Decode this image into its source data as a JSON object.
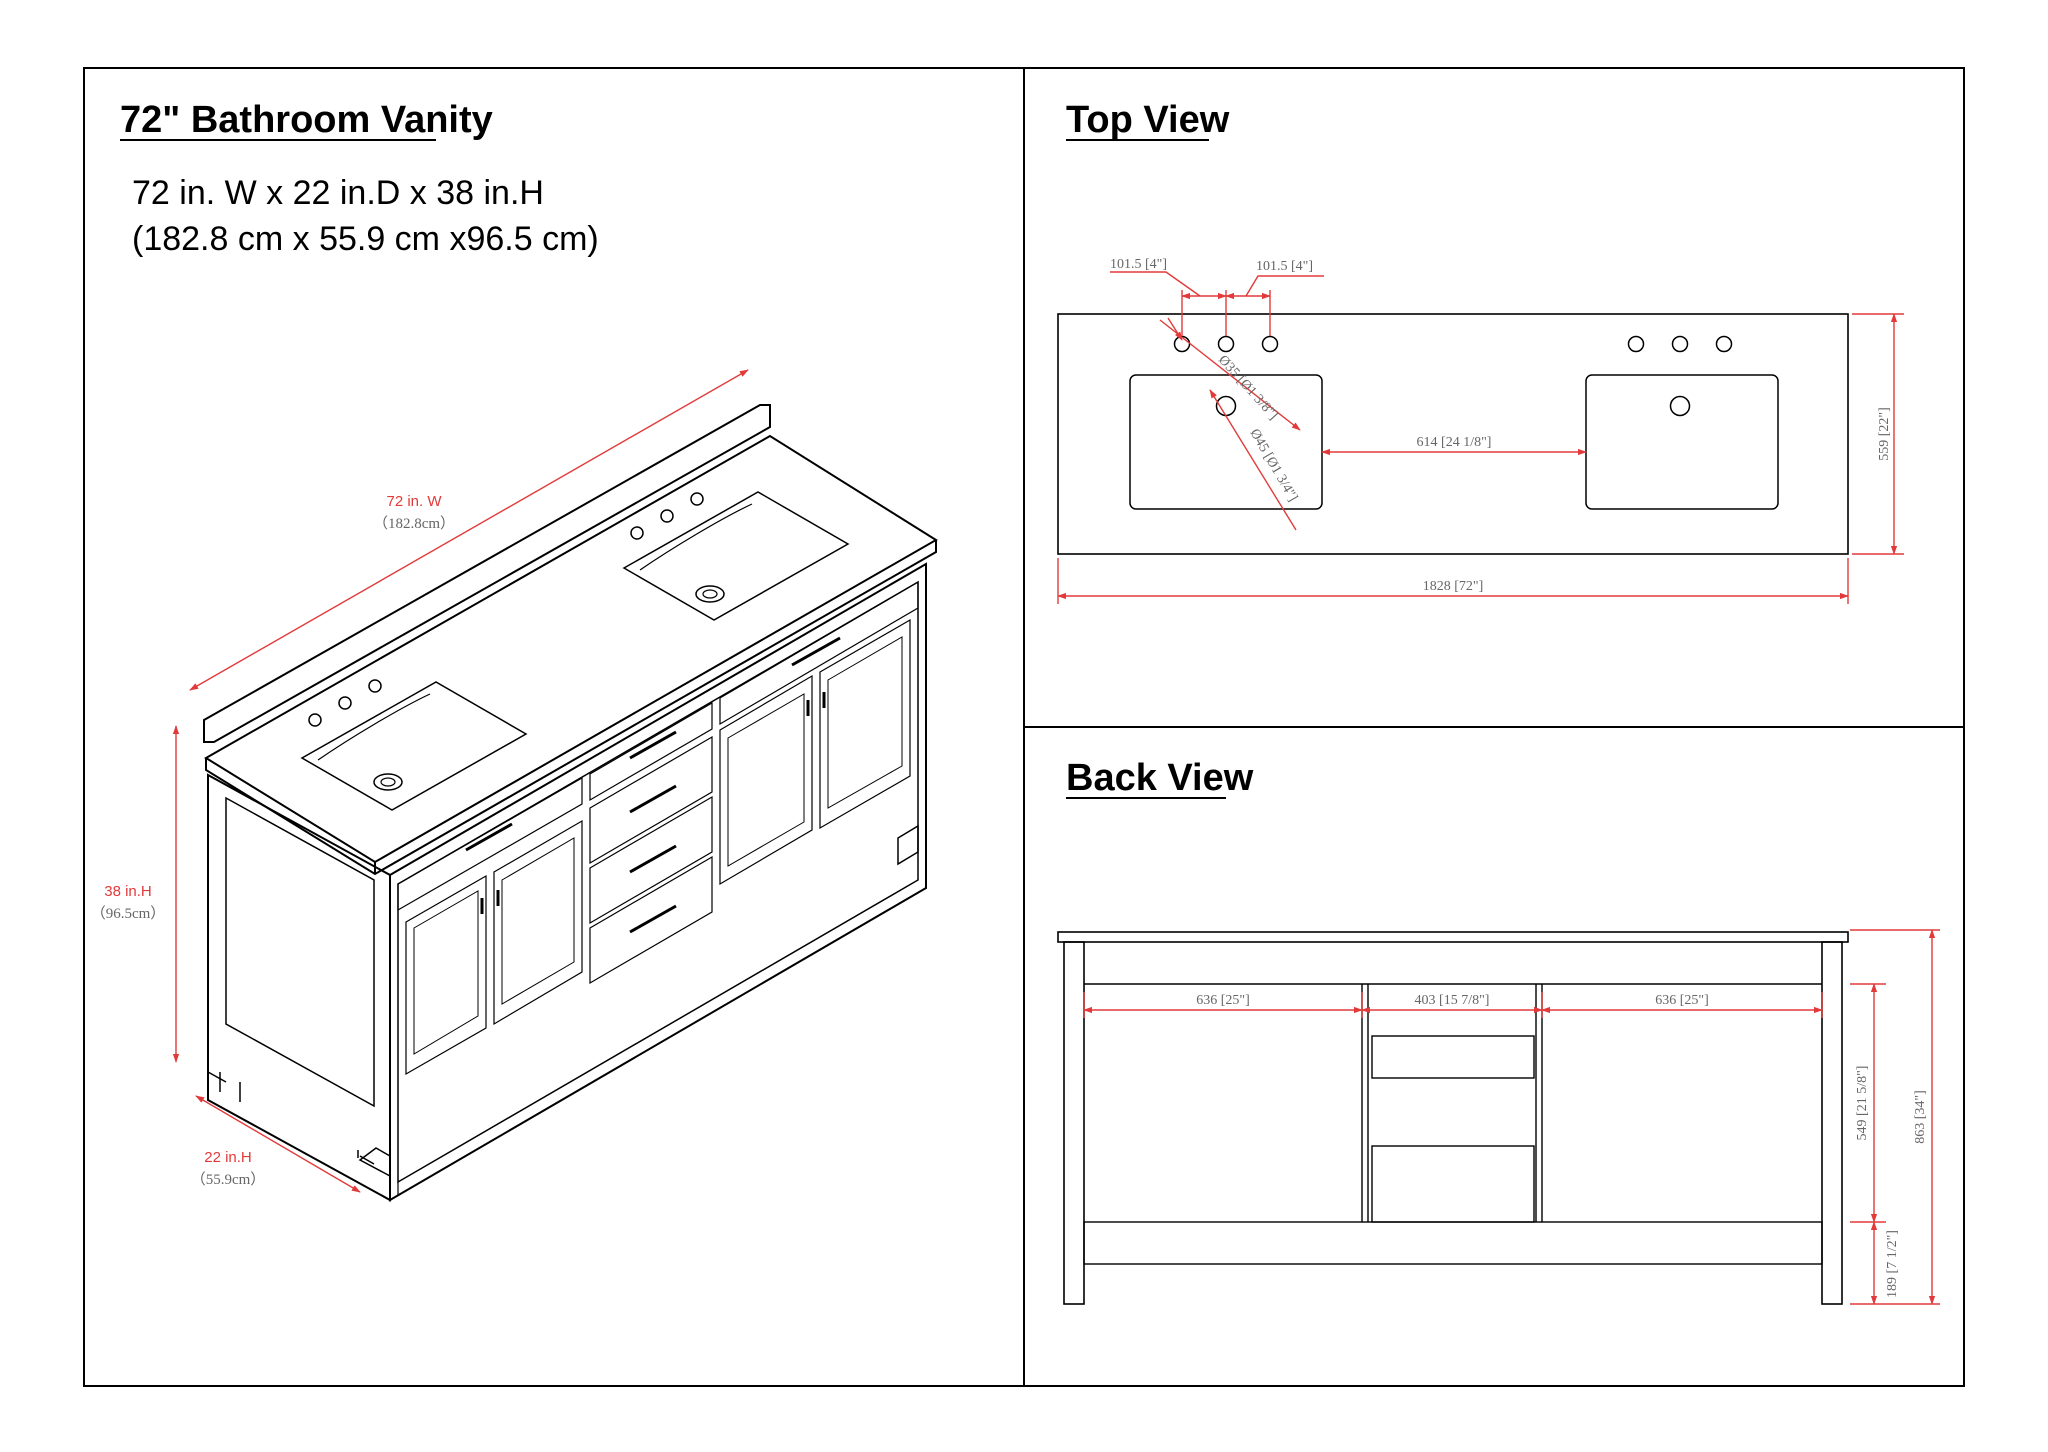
{
  "colors": {
    "dimension": "#e23a3a",
    "dimension_text": "#666666",
    "ink": "#000000"
  },
  "panel_left": {
    "title": "72\" Bathroom Vanity",
    "spec_line1": "72 in. W x 22 in.D x 38 in.H",
    "spec_line2": "(182.8 cm x 55.9 cm x96.5 cm)",
    "dim_width": {
      "label": "72 in. W",
      "sub": "（182.8cm）"
    },
    "dim_height": {
      "label": "38 in.H",
      "sub": "（96.5cm）"
    },
    "dim_depth": {
      "label": "22 in.H",
      "sub": "（55.9cm）"
    }
  },
  "panel_top": {
    "title": "Top View",
    "dims": {
      "hole_spacing_left": "101.5 [4\"]",
      "hole_spacing_right": "101.5 [4\"]",
      "faucet_hole": "Ø35 [Ø1 3/8\"]",
      "drain_hole": "Ø45 [Ø1 3/4\"]",
      "sink_gap": "614 [24 1/8\"]",
      "depth": "559 [22\"]",
      "width": "1828 [72\"]"
    }
  },
  "panel_back": {
    "title": "Back View",
    "dims": {
      "left_bay": "636 [25\"]",
      "middle_bay": "403 [15 7/8\"]",
      "right_bay": "636 [25\"]",
      "inner_height": "549 [21 5/8\"]",
      "shelf_height": "189 [7 1/2\"]",
      "total_height": "863 [34\"]"
    }
  }
}
